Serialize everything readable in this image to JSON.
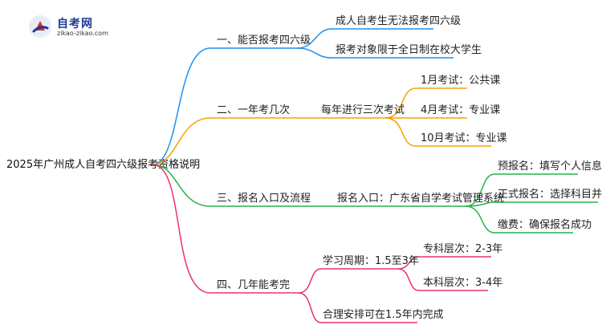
{
  "logo": {
    "title": "自考网",
    "url": "zikao-zikao.com"
  },
  "root": "2025年广州成人自考四六级报考资格说明",
  "branches": [
    {
      "label": "一、能否报考四六级",
      "color": "#1f8ff0",
      "children": [
        {
          "label": "成人自考生无法报考四六级"
        },
        {
          "label": "报考对象限于全日制在校大学生"
        }
      ]
    },
    {
      "label": "二、一年考几次",
      "color": "#f0a500",
      "children": [
        {
          "label": "每年进行三次考试",
          "children": [
            {
              "label": "1月考试：公共课"
            },
            {
              "label": "4月考试：专业课"
            },
            {
              "label": "10月考试：专业课"
            }
          ]
        }
      ]
    },
    {
      "label": "三、报名入口及流程",
      "color": "#27b24a",
      "children": [
        {
          "label": "报名入口：广东省自学考试管理系统",
          "children": [
            {
              "label": "预报名：填写个人信息"
            },
            {
              "label": "正式报名：选择科目并缴费"
            },
            {
              "label": "缴费：确保报名成功"
            }
          ]
        }
      ]
    },
    {
      "label": "四、几年能考完",
      "color": "#e8336d",
      "children": [
        {
          "label": "学习周期：1.5至3年",
          "children": [
            {
              "label": "专科层次：2-3年"
            },
            {
              "label": "本科层次：3-4年"
            }
          ]
        },
        {
          "label": "合理安排可在1.5年内完成"
        }
      ]
    }
  ]
}
